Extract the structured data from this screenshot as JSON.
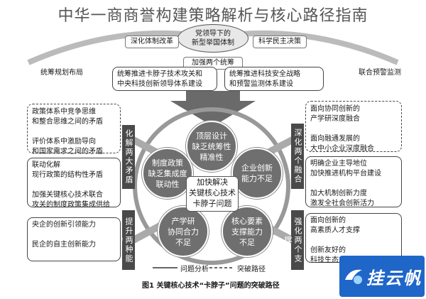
{
  "title": "中华一商商誉构建策略解析与核心路径指南",
  "top": {
    "oval": "党领导下的\n新型举国体制",
    "left_label": "深化体制改革",
    "right_label": "科学民主决策",
    "upper_left": "统筹规划布局",
    "upper_right": "联合预警监测",
    "strengthen_label": "加强两个统筹",
    "strengthen_left": "统筹推进卡脖子技术攻关和\n中央科技创新领导体系建设",
    "strengthen_right": "统筹推进科技安全战略\n和预警监测体系建设"
  },
  "left": {
    "bar_top": "化解两大矛盾",
    "bar_bottom": "提升两种能力",
    "dash_box": "政策体系中竞争思维\n和整合思维之间的矛盾\n\n评价体系中激励导向\n和国家需求之间的矛盾",
    "box_mid": "联动化解\n现行政策的结构性矛盾\n\n加强关键核心技术联合\n攻关的制度政策集成供给",
    "box_bottom": "央企的创新引领能力\n\n民企的自主创新能力"
  },
  "right": {
    "bar_top": "深化两个融合",
    "bar_bottom": "强化两个支撑",
    "dash_box": "面向协同创新的\n产学研深度融合\n\n面向融通发展的\n大中小企业深度融合",
    "box_mid": "明确企业主导地位\n加快推进机构平台建设\n\n加大机制创新力度\n激发全社会创新活力",
    "box_bottom": "面向创新的\n高素质人才支撑\n\n创新友好的\n科技生态支撑"
  },
  "center": {
    "c_top": "顶层设计\n缺乏统筹性\n精准性",
    "c_left": "制度政策\n缺乏集成度\n联动性",
    "c_right": "企业创新\n能力不足",
    "c_bl": "产学研\n协同合力\n不足",
    "c_br": "核心要素\n支撑能力\n不足",
    "core": "加快解决\n关键核心技术\n卡脖子问题"
  },
  "legend": {
    "analysis": "问题分析",
    "path": "突破路径"
  },
  "caption": "图1  关键核心技术“卡脖子”问题的突破路径",
  "logo_text": "挂云帆",
  "colors": {
    "bar": "#4a4a4a",
    "circle": "#6f6f6f",
    "logo": "#1f66c9"
  },
  "icons": {
    "logo": "cloud-swoosh-icon"
  }
}
